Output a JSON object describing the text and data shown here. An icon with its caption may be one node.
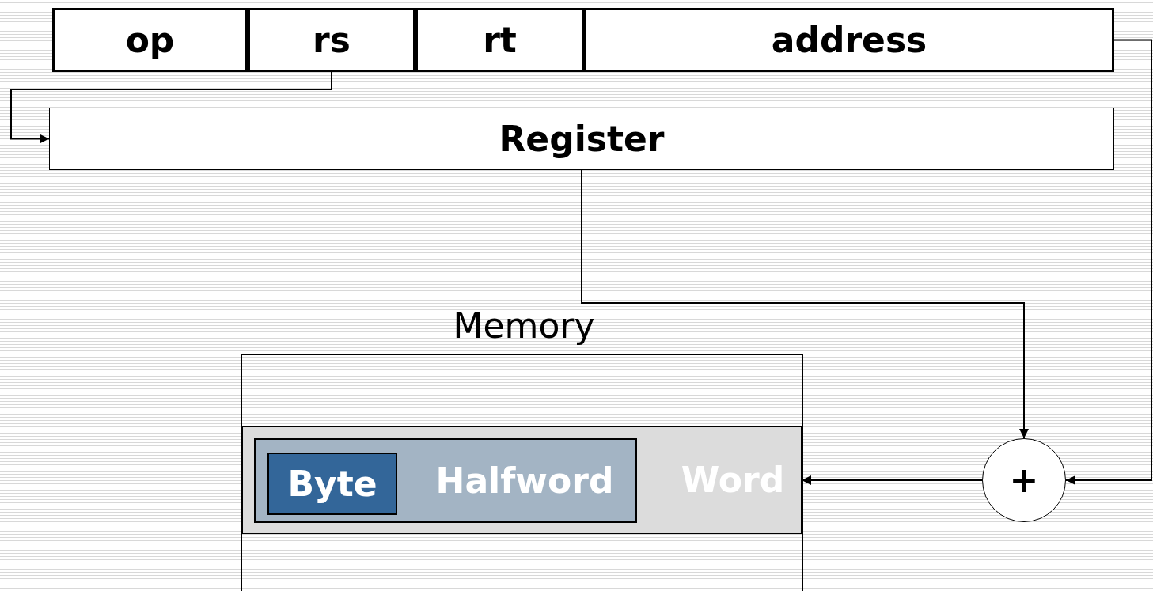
{
  "diagram": {
    "nodes": [
      {
        "text": [
          "op"
        ]
      },
      {
        "text": [
          "rs"
        ]
      },
      {
        "text": [
          "rt"
        ]
      },
      {
        "text": [
          "address"
        ]
      },
      {
        "text": [
          "Register"
        ]
      },
      {
        "text": [
          "Memory"
        ]
      },
      {
        "text": [
          "Word"
        ],
        "in": 5
      },
      {
        "text": [
          "Halfword"
        ],
        "in": 6
      },
      {
        "text": [
          "Byte"
        ],
        "in": 7
      },
      {
        "text": [
          "+"
        ]
      }
    ],
    "edges": [
      {
        "from": 1,
        "to": 4,
        "arrow": "to"
      },
      {
        "from": 4,
        "to": 9,
        "arrow": "to"
      },
      {
        "from": 3,
        "to": 9,
        "arrow": "to"
      },
      {
        "from": 9,
        "to": 6,
        "arrow": "to"
      }
    ]
  }
}
